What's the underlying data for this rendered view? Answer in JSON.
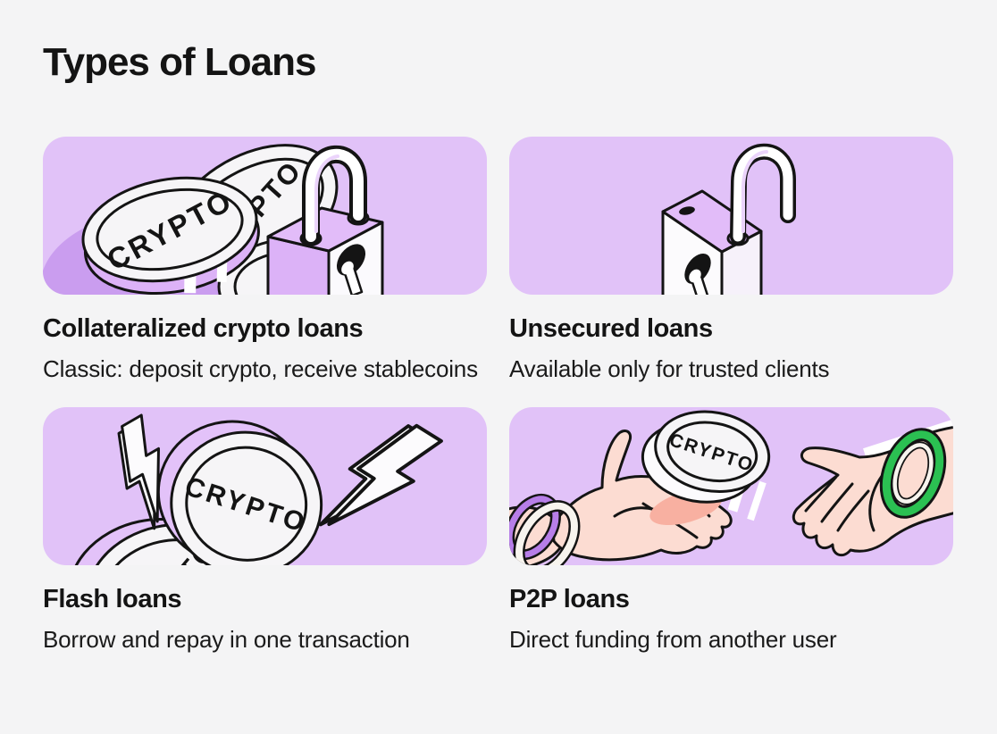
{
  "page": {
    "title": "Types of Loans",
    "background_color": "#F4F4F5",
    "text_color": "#141414"
  },
  "palette": {
    "card_background": "#E1C2F8",
    "shadow_blob": "#CA9DEF",
    "illustration_purple": "#DCB2F7",
    "outline": "#141414",
    "coin_face": "#F6F5F7",
    "skin": "#FCDCD2",
    "skin_shadow": "#F8B0A1",
    "bracelet_green": "#2BC052",
    "bracelet_purple": "#B77EE8",
    "stripe_white": "#FFFFFF"
  },
  "coin_label": "CRYPTO",
  "cards": [
    {
      "id": "collateralized-crypto-loans",
      "title": "Collateralized crypto loans",
      "description": "Classic: deposit crypto, receive stablecoins",
      "illustration": "crypto-coins-with-padlock"
    },
    {
      "id": "unsecured-loans",
      "title": "Unsecured loans",
      "description": "Available only for trusted clients",
      "illustration": "open-padlock"
    },
    {
      "id": "flash-loans",
      "title": "Flash loans",
      "description": "Borrow and repay in one transaction",
      "illustration": "crypto-coin-with-lightning-bolts"
    },
    {
      "id": "p2p-loans",
      "title": "P2P loans",
      "description": "Direct funding from another user",
      "illustration": "hands-exchanging-crypto-coin"
    }
  ]
}
